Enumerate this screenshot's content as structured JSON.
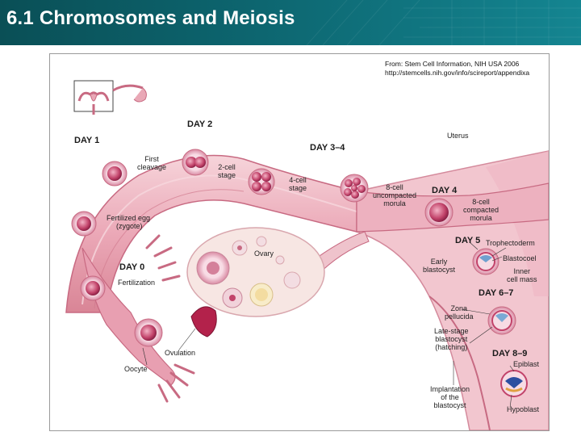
{
  "header": {
    "title": "6.1 Chromosomes and Meiosis"
  },
  "source": {
    "line1": "From: Stem Cell Information, NIH USA 2006",
    "line2": "http://stemcells.nih.gov/info/scireport/appendixa"
  },
  "days": {
    "day1": "DAY 1",
    "day2": "DAY 2",
    "day34": "DAY 3–4",
    "day4": "DAY 4",
    "day5": "DAY 5",
    "day67": "DAY 6–7",
    "day89": "DAY 8–9",
    "day0": "DAY 0"
  },
  "labels": {
    "uterus": "Uterus",
    "first_cleavage_1": "First",
    "first_cleavage_2": "cleavage",
    "two_cell_1": "2-cell",
    "two_cell_2": "stage",
    "four_cell_1": "4-cell",
    "four_cell_2": "stage",
    "eight_uncomp_1": "8-cell",
    "eight_uncomp_2": "uncompacted",
    "eight_uncomp_3": "morula",
    "eight_comp_1": "8-cell",
    "eight_comp_2": "compacted",
    "eight_comp_3": "morula",
    "fert_egg_1": "Fertilized egg",
    "fert_egg_2": "(zygote)",
    "ovary": "Ovary",
    "trophectoderm": "Trophectoderm",
    "early_blast_1": "Early",
    "early_blast_2": "blastocyst",
    "blastocoel": "Blastocoel",
    "inner_mass_1": "Inner",
    "inner_mass_2": "cell mass",
    "fertilization": "Fertilization",
    "zona_1": "Zona",
    "zona_2": "pellucida",
    "late_blast_1": "Late-stage",
    "late_blast_2": "blastocyst",
    "late_blast_3": "(hatching)",
    "ovulation": "Ovulation",
    "oocyte": "Oocyte",
    "epiblast": "Epiblast",
    "implant_1": "Implantation",
    "implant_2": "of the",
    "implant_3": "blastocyst",
    "hypoblast": "Hypoblast"
  },
  "colors": {
    "header_bg": "#0d6670",
    "tube_fill": "#e9a8b6",
    "tube_dark": "#c86a82",
    "cell_fill": "#c2436a",
    "ovary_fill": "#f7e6e3"
  }
}
